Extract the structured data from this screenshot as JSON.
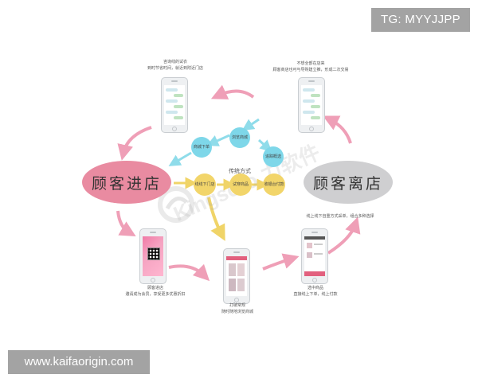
{
  "badges": {
    "tg": "TG: MYYJJPP",
    "site": "www.kaifaorigin.com"
  },
  "ovals": {
    "enter": "顾客进店",
    "leave": "顾客离店"
  },
  "center_label": "传统方式",
  "nodes": {
    "browse_mall": "浏览商城",
    "mall_order": "商城下单",
    "track_browse": "追踪概选",
    "online_store": "线线下门店",
    "try_on": "试穿商品",
    "cashier_pay": "收银台付款"
  },
  "captions": {
    "top_left": [
      "咨询线的试衣",
      "到时节省时间，就近到附近门店"
    ],
    "top_right": [
      "不想全部在店来",
      "顾客商店也可与导购建立推，形成二次交易"
    ],
    "bottom_left": [
      "顾客进店",
      "邀请成为会员，享受更多优惠折扣"
    ],
    "bottom_center": [
      "打破常规",
      "随时随地浏览商城"
    ],
    "bottom_right": [
      "选中商品",
      "直接线上下单，线上付款"
    ],
    "right_side": "线上线下自重方式采单，组合多种选择"
  },
  "watermark": "Kingsofo 力软件",
  "colors": {
    "pink": "#e98ba1",
    "blue": "#7ed7e9",
    "yellow": "#f2d56a",
    "gray_oval": "#cfcfd1",
    "arrow_pink": "#ef9fb7"
  }
}
